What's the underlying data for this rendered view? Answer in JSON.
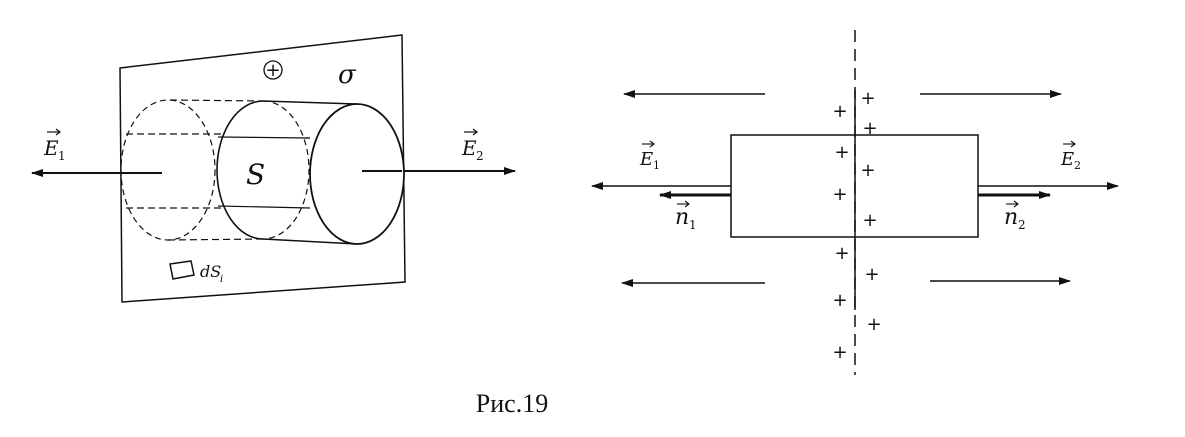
{
  "caption": "Рис.19",
  "left_figure": {
    "charge_symbol": "+",
    "sigma_label": "σ",
    "surface_label": "S",
    "element_label": "dS",
    "element_sub": "i",
    "e1": {
      "main": "E",
      "sub": "1"
    },
    "e2": {
      "main": "E",
      "sub": "2"
    }
  },
  "right_figure": {
    "charge_symbol": "+",
    "e1": {
      "main": "E",
      "sub": "1"
    },
    "e2": {
      "main": "E",
      "sub": "2"
    },
    "n1": {
      "main": "n",
      "sub": "1"
    },
    "n2": {
      "main": "n",
      "sub": "2"
    }
  }
}
